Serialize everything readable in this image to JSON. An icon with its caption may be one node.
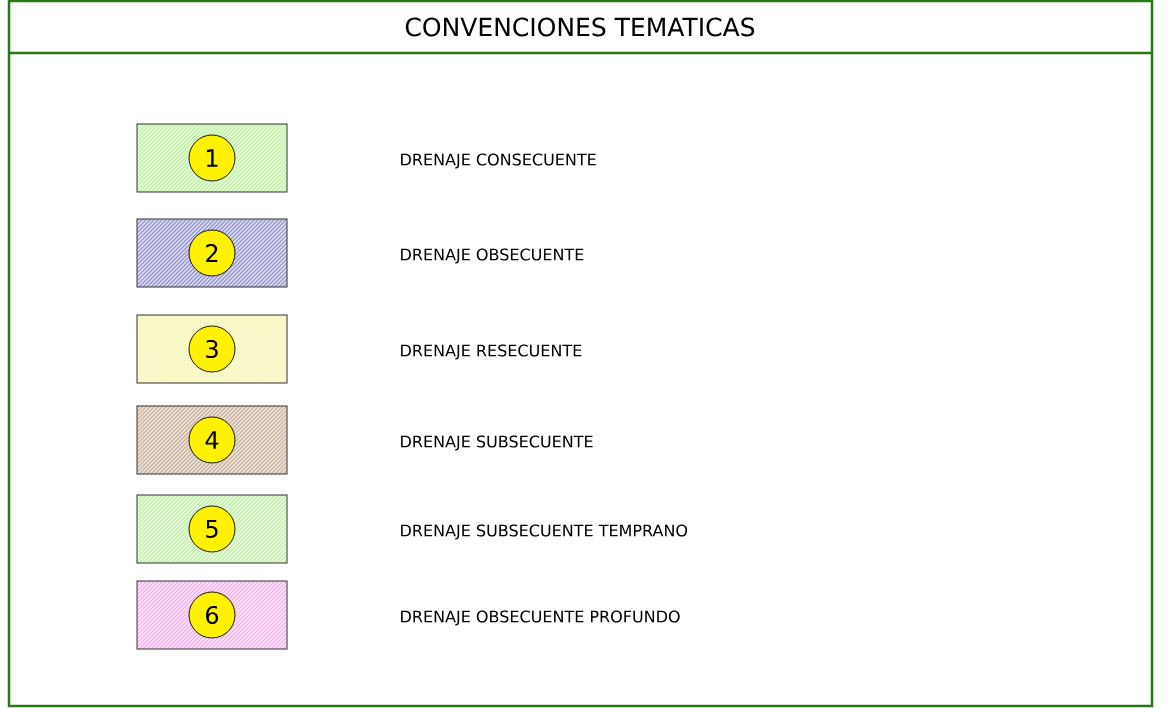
{
  "diagram": {
    "title": "CONVENCIONES TEMATICAS",
    "labels": [
      "1",
      "2",
      "3",
      "4",
      "5",
      "6"
    ],
    "legend": [
      {
        "text": "DRENAJE CONSECUENTE",
        "color": "#b8f09a"
      },
      {
        "text": "DRENAJE OBSECUENTE",
        "color": "#8c8cd0"
      },
      {
        "text": "DRENAJE RESECUENTE",
        "color": "#f5f59a"
      },
      {
        "text": "DRENAJE SUBSECUENTE",
        "color": "#c4a894"
      },
      {
        "text": "DRENAJE SUBSECUENTE TEMPRANO",
        "color": "#b8f09a"
      },
      {
        "text": "DRENAJE OBSECUENTE PROFUNDO",
        "color": "#f5a8ee"
      }
    ]
  }
}
